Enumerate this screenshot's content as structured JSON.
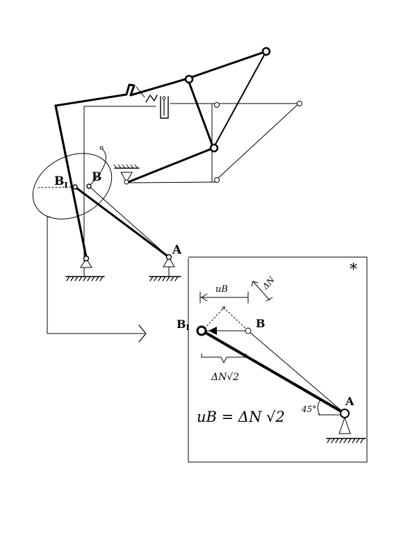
{
  "diagram": {
    "labels": {
      "point_b1_main": "B",
      "point_b1_main_sub": "I",
      "point_b_main": "B",
      "point_a_main": "A",
      "point_b1_detail": "B",
      "point_b1_detail_sub": "I",
      "point_b_detail": "B",
      "point_a_detail": "A",
      "dim_ub": "uB",
      "dim_delta_n": "ΔN",
      "dim_delta_n_sqrt2": "ΔN√2",
      "angle": "45°",
      "equation": "uB = ΔN √2",
      "star": "*"
    },
    "colors": {
      "ink": "#000000",
      "paper": "#ffffff"
    }
  }
}
